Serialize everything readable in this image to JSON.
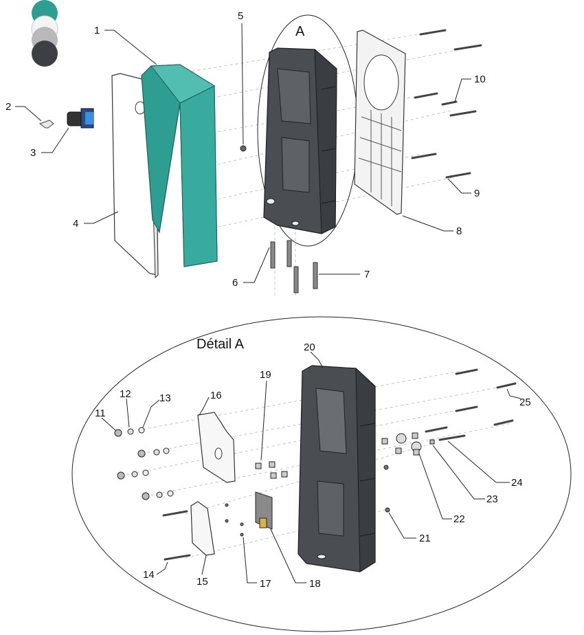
{
  "swatches": [
    "#2e9e93",
    "#f4f4f4",
    "#b9b9b9",
    "#3c3f44"
  ],
  "detail_marker": "A",
  "detail_title": "Détail A",
  "callouts": {
    "c1": "1",
    "c2": "2",
    "c3": "3",
    "c4": "4",
    "c5": "5",
    "c6": "6",
    "c7": "7",
    "c8": "8",
    "c9": "9",
    "c10": "10",
    "c11": "11",
    "c12": "12",
    "c13": "13",
    "c14": "14",
    "c15": "15",
    "c16": "16",
    "c17": "17",
    "c18": "18",
    "c19": "19",
    "c20": "20",
    "c21": "21",
    "c22": "22",
    "c23": "23",
    "c24": "24",
    "c25": "25"
  }
}
